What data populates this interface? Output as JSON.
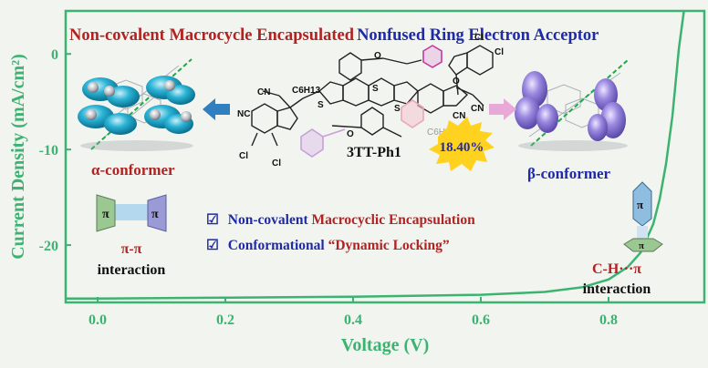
{
  "colors": {
    "axis": "#3cb371",
    "curve": "#3cb371",
    "red_text": "#b22222",
    "blue_text": "#1f2aa8",
    "arrow_blue": "#2f7fc1",
    "arrow_pink": "#e8a8d8",
    "badge": "#ffd21f",
    "alpha_molecule": "#27b8d8",
    "beta_molecule": "#9b8ce0"
  },
  "header": {
    "part1": "Non-covalent Macrocycle Encapsulated",
    "part2": "Nonfused Ring Electron Acceptor"
  },
  "molecule": {
    "name": "3TT-Ph1",
    "efficiency": "18.40%",
    "labels": {
      "c6h13_top": "C6H13",
      "c6h13_bottom": "C6H13",
      "cn": "CN",
      "nc": "NC",
      "cl": "Cl",
      "s": "S",
      "o": "O"
    }
  },
  "conformers": {
    "alpha": "α-conformer",
    "beta": "β-conformer"
  },
  "interactions": {
    "pi_symbol": "π",
    "pi_pi_label": "π-π",
    "pi_pi_word": "interaction",
    "ch_pi_label": "C-H···π",
    "ch_pi_word": "interaction"
  },
  "features": [
    {
      "mark": "☑",
      "plain": "Non-covalent ",
      "red": "Macrocyclic Encapsulation",
      "tail": ""
    },
    {
      "mark": "☑",
      "plain": "Conformational ",
      "red": "“Dynamic Locking”",
      "tail": ""
    }
  ],
  "chart_data": {
    "type": "line",
    "xlabel": "Voltage (V)",
    "ylabel": "Current Density (mA/cm²)",
    "xlim": [
      -0.05,
      0.95
    ],
    "ylim": [
      -26,
      4.5
    ],
    "xticks": [
      0.0,
      0.2,
      0.4,
      0.6,
      0.8
    ],
    "yticks": [
      0,
      -10,
      -20
    ],
    "xtick_labels": [
      "0.0",
      "0.2",
      "0.4",
      "0.6",
      "0.8"
    ],
    "ytick_labels": [
      "0",
      "-10",
      "-20"
    ],
    "series": [
      {
        "x": [
          -0.05,
          0.0,
          0.2,
          0.4,
          0.6,
          0.7,
          0.76,
          0.8,
          0.83,
          0.85,
          0.87,
          0.88,
          0.89,
          0.9,
          0.905,
          0.91,
          0.915,
          0.92
        ],
        "y": [
          -25.6,
          -25.6,
          -25.5,
          -25.4,
          -25.2,
          -24.9,
          -24.4,
          -23.6,
          -22.3,
          -20.8,
          -17.8,
          -15.2,
          -11.5,
          -6.5,
          -3.0,
          0.5,
          3.0,
          5.5
        ]
      }
    ]
  }
}
